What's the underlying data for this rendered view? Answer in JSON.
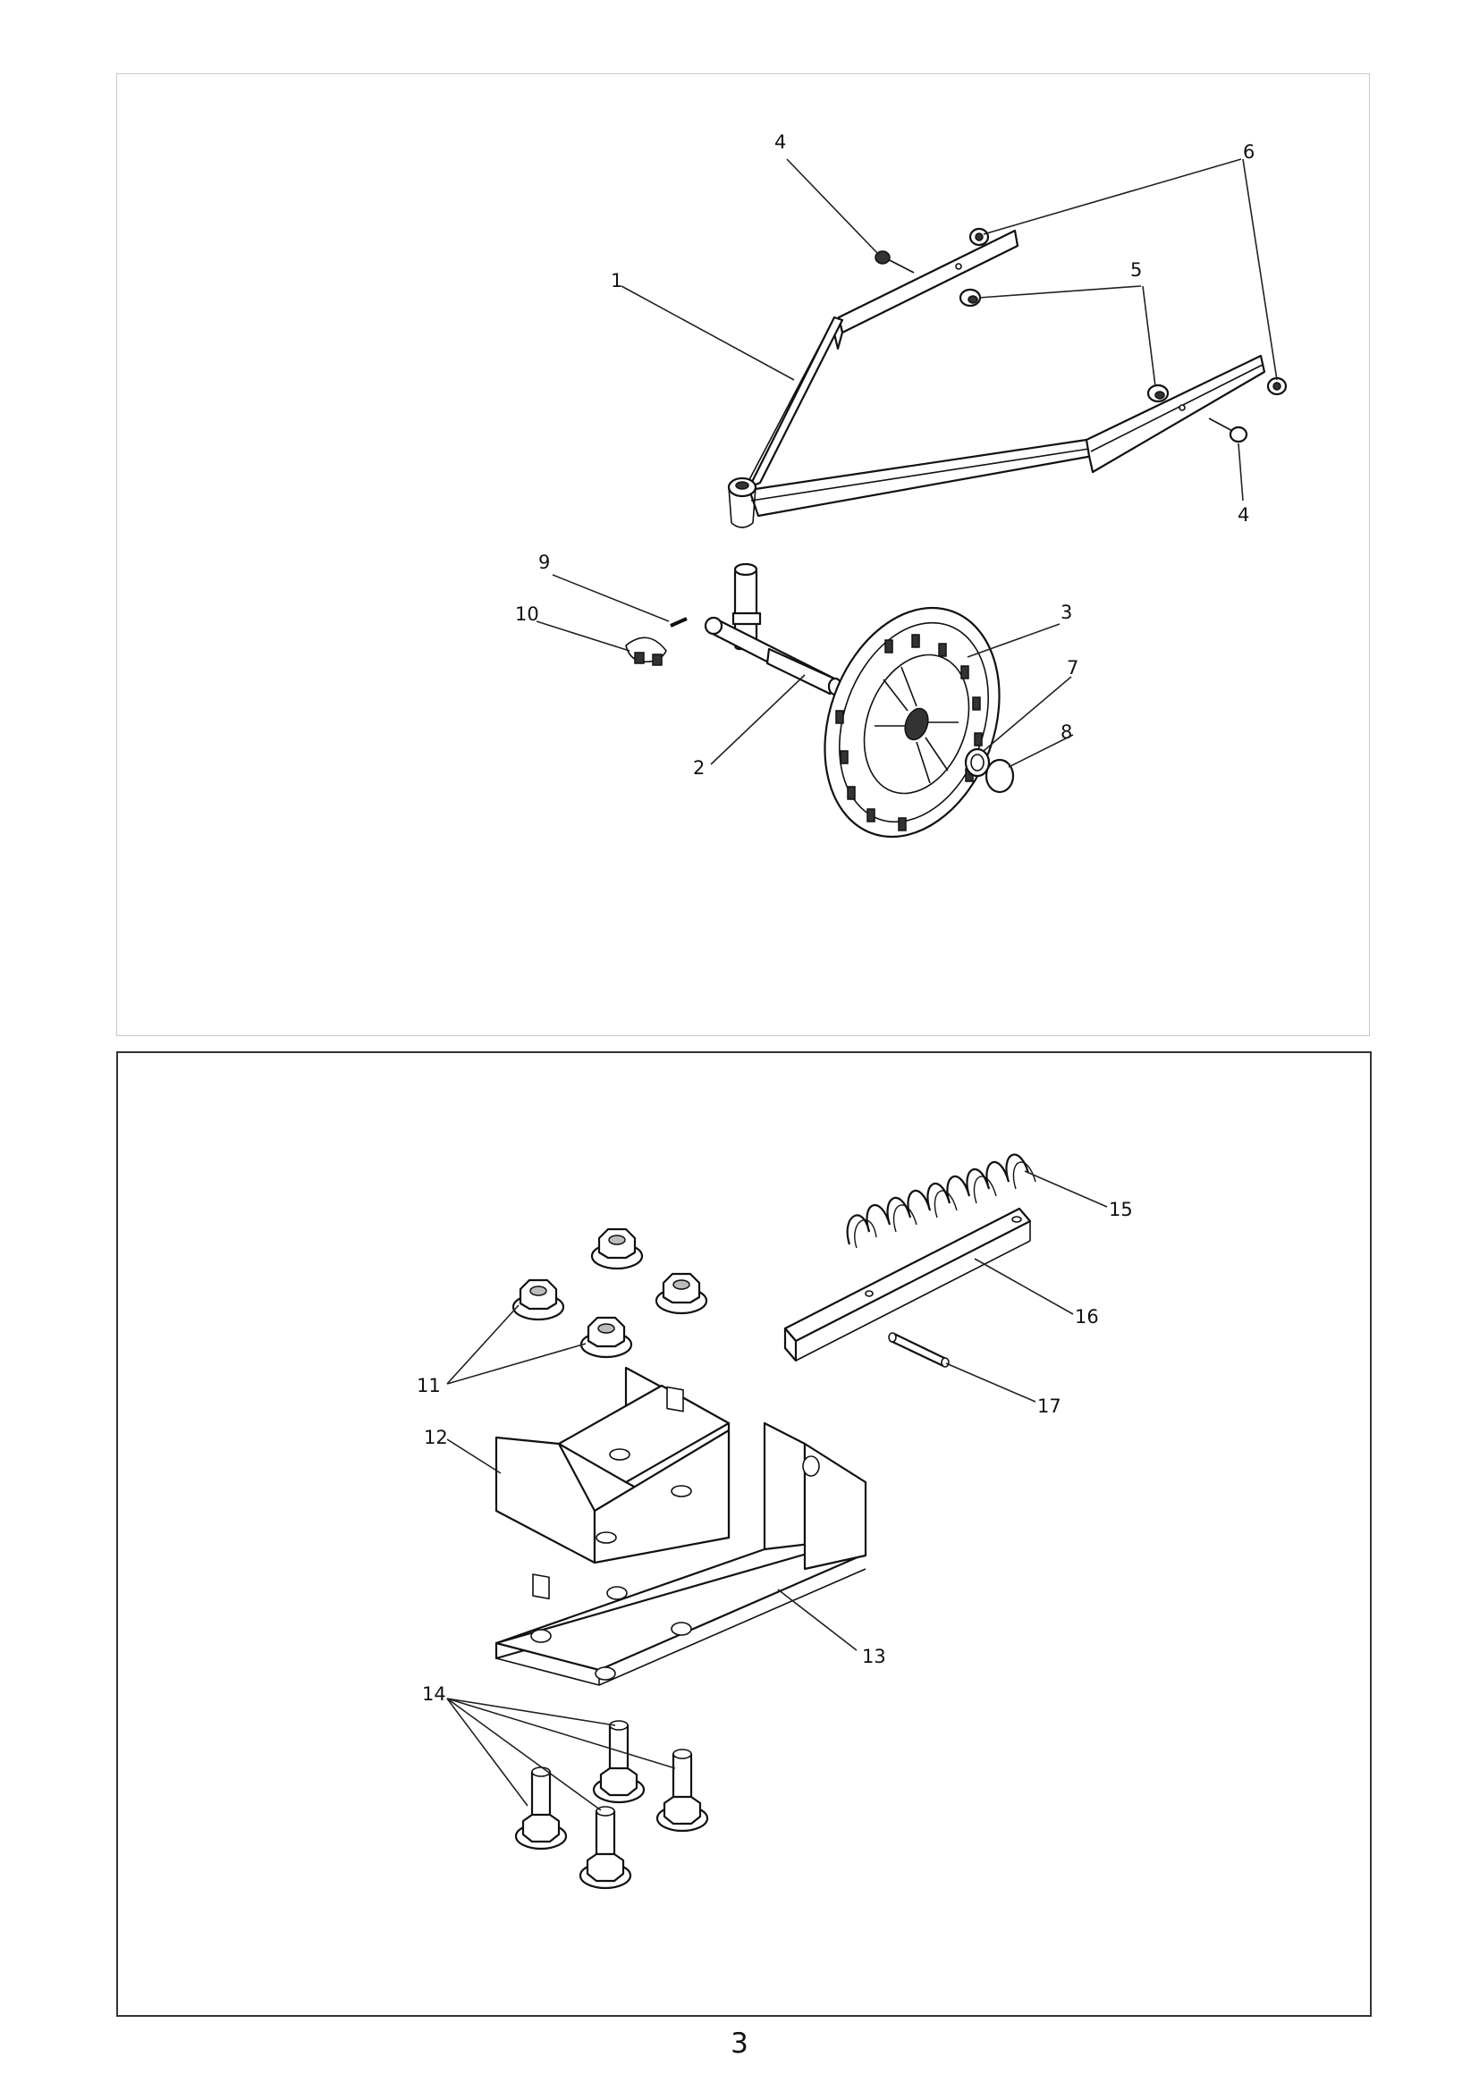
{
  "diagram": {
    "top_panel": {
      "callouts": [
        "1",
        "2",
        "3",
        "4",
        "4",
        "5",
        "6",
        "7",
        "8",
        "9",
        "10"
      ]
    },
    "bottom_panel": {
      "callouts": [
        "11",
        "12",
        "13",
        "14",
        "15",
        "16",
        "17"
      ]
    }
  },
  "page_number": "3"
}
